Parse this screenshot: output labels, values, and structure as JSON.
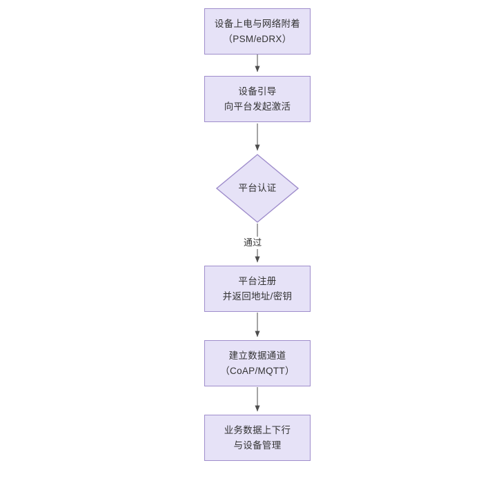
{
  "diagram": {
    "type": "flowchart",
    "orientation": "top-to-bottom",
    "theme": {
      "node_fill": "#E6E2F7",
      "node_border": "#9E8CCB",
      "text_color": "#333333",
      "edge_color": "#555555",
      "background": "#FFFFFF"
    },
    "nodes": [
      {
        "id": "n1",
        "shape": "rectangle",
        "lines": [
          "设备上电与网络附着",
          "（PSM/eDRX）"
        ]
      },
      {
        "id": "n2",
        "shape": "rectangle",
        "lines": [
          "设备引导",
          "向平台发起激活"
        ]
      },
      {
        "id": "n3",
        "shape": "diamond",
        "lines": [
          "平台认证"
        ]
      },
      {
        "id": "n4",
        "shape": "rectangle",
        "lines": [
          "平台注册",
          "并返回地址/密钥"
        ]
      },
      {
        "id": "n5",
        "shape": "rectangle",
        "lines": [
          "建立数据通道",
          "（CoAP/MQTT）"
        ]
      },
      {
        "id": "n6",
        "shape": "rectangle",
        "lines": [
          "业务数据上下行",
          "与设备管理"
        ]
      }
    ],
    "edges": [
      {
        "from": "n1",
        "to": "n2",
        "label": ""
      },
      {
        "from": "n2",
        "to": "n3",
        "label": ""
      },
      {
        "from": "n3",
        "to": "n4",
        "label": "通过"
      },
      {
        "from": "n4",
        "to": "n5",
        "label": ""
      },
      {
        "from": "n5",
        "to": "n6",
        "label": ""
      }
    ]
  }
}
